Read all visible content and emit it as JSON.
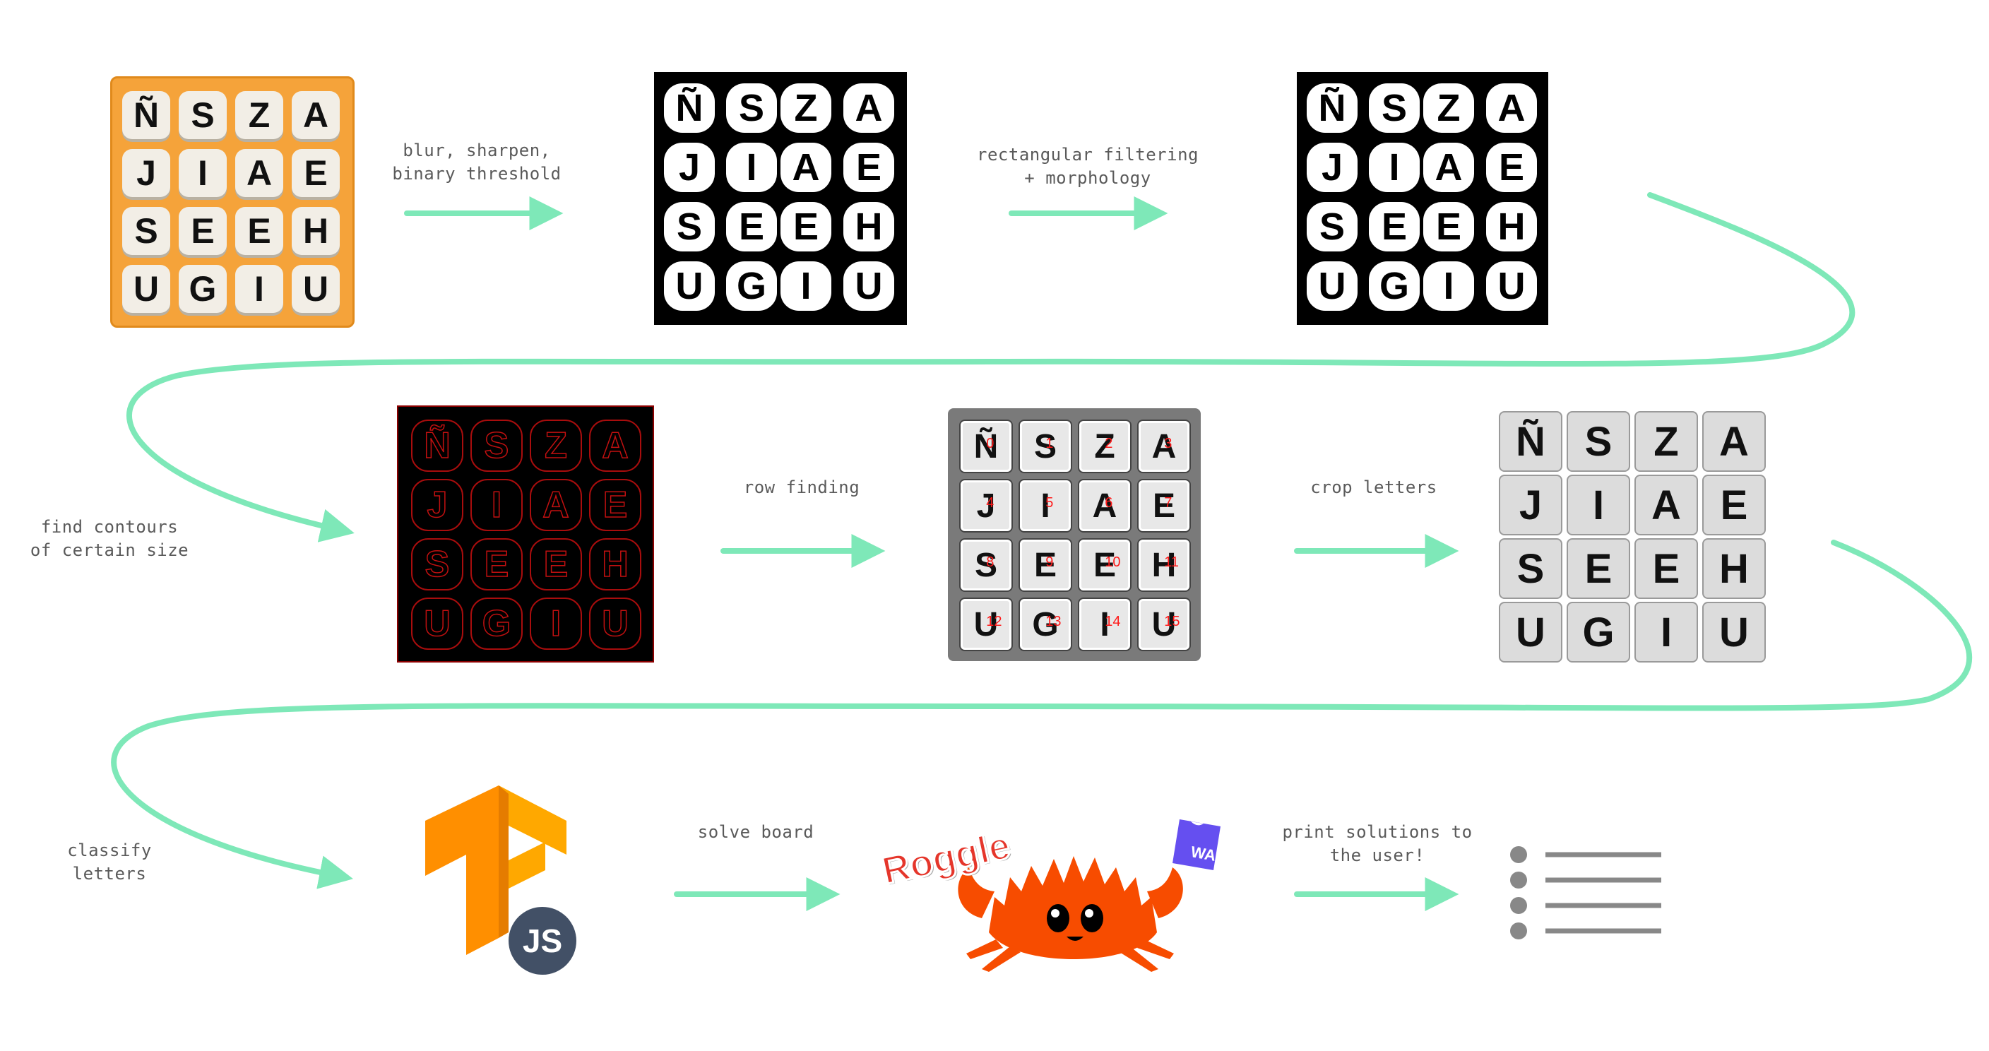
{
  "steps": {
    "step1": [
      "blur, sharpen,",
      "binary threshold"
    ],
    "step2": [
      "rectangular filtering",
      "+ morphology"
    ],
    "step3": [
      "find contours",
      "of certain size"
    ],
    "step4": [
      "row finding"
    ],
    "step5": [
      "crop letters"
    ],
    "step6": [
      "classify",
      "letters"
    ],
    "step7": [
      "solve board"
    ],
    "step8": [
      "print solutions to",
      "the user!"
    ]
  },
  "board": {
    "rows": [
      [
        "N",
        "S",
        "Z",
        "A"
      ],
      [
        "J",
        "I",
        "A",
        "E"
      ],
      [
        "S",
        "E",
        "E",
        "H"
      ],
      [
        "U",
        "G",
        "I",
        "U"
      ]
    ],
    "first_tile_mark": "Ñ",
    "detection_numbers": [
      "0",
      "1",
      "2",
      "3",
      "4",
      "5",
      "6",
      "7",
      "8",
      "9",
      "10",
      "11",
      "12",
      "13",
      "14",
      "15"
    ]
  },
  "logos": {
    "tfjs_badge": "JS",
    "roggle_text": "Roggle",
    "wa_badge": "WA"
  },
  "colors": {
    "arrow": "#7ee8b8",
    "tf_orange": "#ff8f00",
    "tf_orange_light": "#ffa800",
    "js_badge": "#425066",
    "ferris": "#f74c00",
    "wa_purple": "#654ff0",
    "contour": "#c21010",
    "detect_number": "#ff1a1a",
    "photo_tray": "#f5a33a",
    "list_gray": "#888888",
    "label_text": "#5a5a5a"
  },
  "icons": [
    "tensorflow-js-logo",
    "ferris-crab-logo",
    "webassembly-badge",
    "bullet-list-icon"
  ]
}
